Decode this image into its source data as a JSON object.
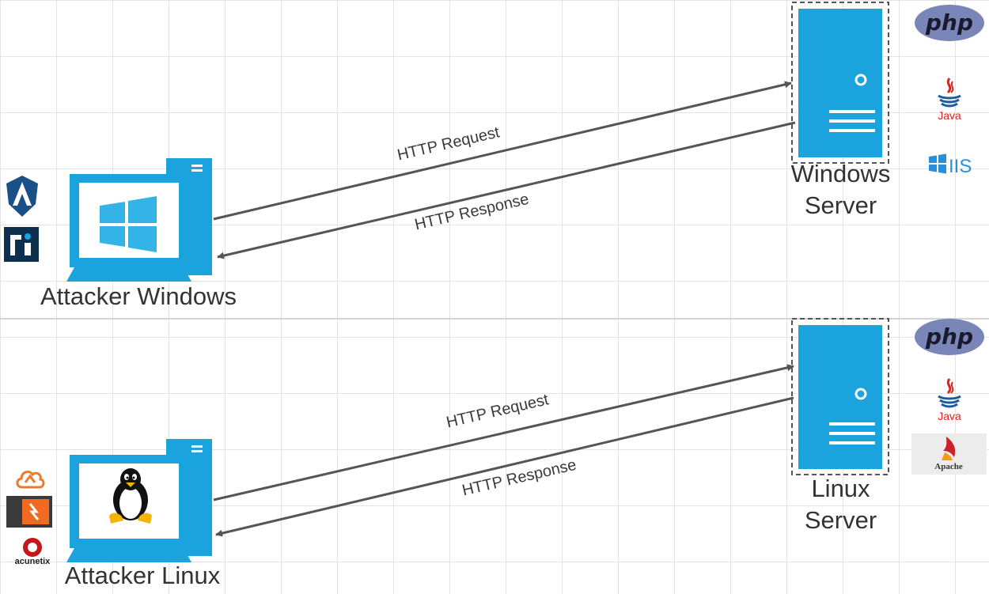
{
  "colors": {
    "accent": "#1aa3dc",
    "accent_dark": "#1184b8",
    "arrow": "#555555",
    "php_bg": "#7a86b8",
    "java_red": "#e0211c",
    "iis_blue": "#2a8fd6",
    "acunetix_red": "#c4161c",
    "burp_orange": "#f26a21",
    "cloud_orange": "#f0782c"
  },
  "windows_section": {
    "attacker_label": "Attacker Windows",
    "server_label_line1": "Windows",
    "server_label_line2": "Server",
    "request_label": "HTTP Request",
    "response_label": "HTTP Response",
    "server_stack": {
      "php": "php",
      "java": "Java",
      "iis": "IIS"
    }
  },
  "linux_section": {
    "attacker_label": "Attacker Linux",
    "server_label_line1": "Linux",
    "server_label_line2": "Server",
    "request_label": "HTTP Request",
    "response_label": "HTTP Response",
    "server_stack": {
      "php": "php",
      "java": "Java",
      "apache": "Apache"
    },
    "acunetix_logo": "acunetix"
  }
}
